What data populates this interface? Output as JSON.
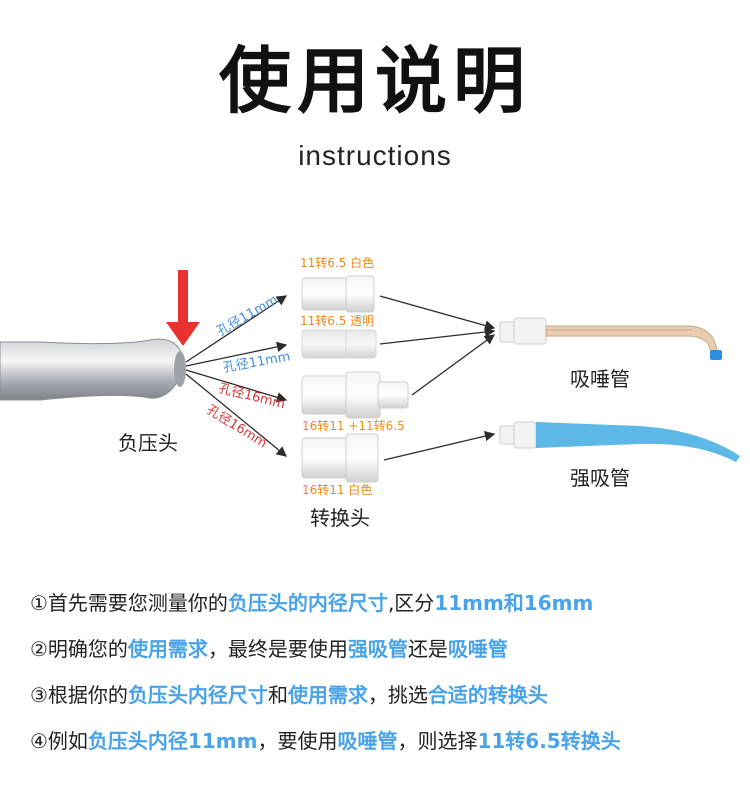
{
  "title": "使用说明",
  "subtitle": "instructions",
  "diagram": {
    "head_label": "负压头",
    "adapter_label": "转换头",
    "saliva_label": "吸唾管",
    "strong_label": "强吸管",
    "adapters": [
      {
        "caption": "11转6.5 白色"
      },
      {
        "caption": "11转6.5 透明"
      },
      {
        "caption": "16转11 +11转6.5"
      },
      {
        "caption": "16转11 白色"
      }
    ],
    "bores": [
      "孔径11mm",
      "孔径11mm",
      "孔径16mm",
      "孔径16mm"
    ],
    "colors": {
      "arrow": "#e8322f",
      "blue_text": "#3f8fe0",
      "red_text": "#d8393a",
      "caption": "#f08a1c",
      "strong_tube": "#5db8e8",
      "accent": "#4aa3e8"
    }
  },
  "steps": [
    {
      "parts": [
        {
          "t": "①首先需要您测量你的",
          "h": false
        },
        {
          "t": "负压头的内径尺寸",
          "h": true
        },
        {
          "t": ",区分",
          "h": false
        },
        {
          "t": "11mm和16mm",
          "h": true
        }
      ]
    },
    {
      "parts": [
        {
          "t": "②明确您的",
          "h": false
        },
        {
          "t": "使用需求",
          "h": true
        },
        {
          "t": "，最终是要使用",
          "h": false
        },
        {
          "t": "强吸管",
          "h": true
        },
        {
          "t": "还是",
          "h": false
        },
        {
          "t": "吸唾管",
          "h": true
        }
      ]
    },
    {
      "parts": [
        {
          "t": "③根据你的",
          "h": false
        },
        {
          "t": "负压头内径尺寸",
          "h": true
        },
        {
          "t": "和",
          "h": false
        },
        {
          "t": "使用需求",
          "h": true
        },
        {
          "t": "，挑选",
          "h": false
        },
        {
          "t": "合适的转换头",
          "h": true
        }
      ]
    },
    {
      "parts": [
        {
          "t": "④例如",
          "h": false
        },
        {
          "t": "负压头内径11mm",
          "h": true
        },
        {
          "t": "，要使用",
          "h": false
        },
        {
          "t": "吸唾管",
          "h": true
        },
        {
          "t": "，则选择",
          "h": false
        },
        {
          "t": "11转6.5转换头",
          "h": true
        }
      ]
    }
  ]
}
